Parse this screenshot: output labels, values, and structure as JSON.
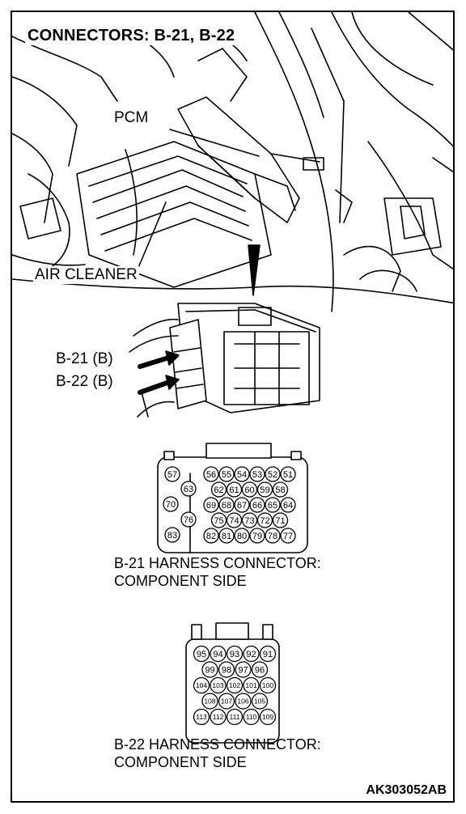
{
  "title": "CONNECTORS: B-21, B-22",
  "labels": {
    "pcm": "PCM",
    "air_cleaner": "AIR CLEANER",
    "b21": "B-21 (B)",
    "b22": "B-22 (B)"
  },
  "b21": {
    "caption_line1": "B-21 HARNESS CONNECTOR:",
    "caption_line2": "COMPONENT SIDE",
    "pins": {
      "left": [
        "57",
        "63",
        "70",
        "76",
        "83"
      ],
      "rows": [
        [
          "56",
          "55",
          "54",
          "53",
          "52",
          "51"
        ],
        [
          "62",
          "61",
          "60",
          "59",
          "58"
        ],
        [
          "69",
          "68",
          "67",
          "66",
          "65",
          "64"
        ],
        [
          "75",
          "74",
          "73",
          "72",
          "71"
        ],
        [
          "82",
          "81",
          "80",
          "79",
          "78",
          "77"
        ]
      ]
    }
  },
  "b22": {
    "caption_line1": "B-22 HARNESS CONNECTOR:",
    "caption_line2": "COMPONENT SIDE",
    "pins": {
      "rows": [
        [
          "95",
          "94",
          "93",
          "92",
          "91"
        ],
        [
          "99",
          "98",
          "97",
          "96"
        ],
        [
          "104",
          "103",
          "102",
          "101",
          "100"
        ],
        [
          "108",
          "107",
          "106",
          "105"
        ],
        [
          "113",
          "112",
          "111",
          "110",
          "109"
        ]
      ]
    }
  },
  "figure_id": "AK303052AB"
}
